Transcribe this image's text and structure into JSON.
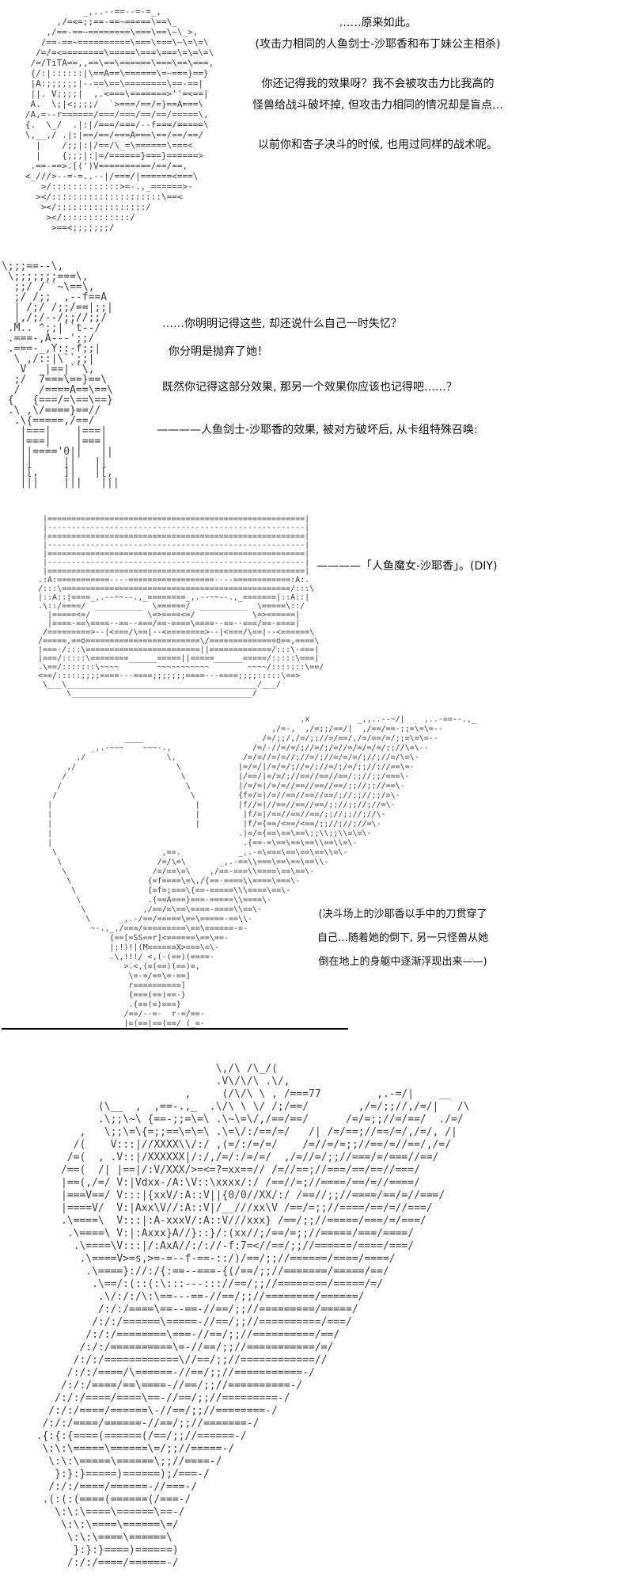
{
  "page": {
    "background": "#ffffff",
    "art_color": "#3c3c3c",
    "text_color": "#111111"
  },
  "panel1": {
    "art": [
      "              _,..--==--=-=_,",
      "         ,/=<=;;==-==~=====\\==\\_",
      "       ,/==-==~========\\===\\==\\~\\_>,",
      "      /==-==~==========\\===\\===\\~\\=\\=\\",
      "     /=/=<========\\=====\\===\\===\\=\\=\\=\\",
      "    /=/TiTA==,,==\\==\\======\\===\\==\\===,",
      "    {/:|::::::|\\==A==\\======\\=~===}==}",
      "    |A:;;;;;;|--==\\==\\========\\==-==|",
      "    ||. V;;;;|  ,.<===\\=======>''=<==|",
      "    A.  \\;|<;;;;/  `>===/==/=}==A===\\",
      "   /A,=--r======/===/===/==/==/=====\\,",
      "   {.  \\_/  .|:|/===/===/--f===/=====\\",
      "   \\,__,/ .|:|==/==/===A===\\==/==/==/",
      "     |    /;;|:|/==/\\_=\\======\\===<",
      "     |    {;;;|:|=/======}===}======>",
      "    .==-==>.[(')V==========/==/==,",
      "   <_///>--=-=..--|/===/|======<===\\",
      "      >/:::::::::::::>=-.,_======>-",
      "     ></:::::::::::::::::::::\\==<",
      "      ></:::::::::::::::::/",
      "       ></:::::::::::::/",
      "        >==<;;;;;;;/"
    ],
    "dialogue": {
      "line1": "……原来如此。",
      "line2": "(攻击力相同的人鱼剑士-沙耶香和布丁妹公主相杀)",
      "line3": "你还记得我的效果呀？我不会被攻击力比我高的",
      "line4": "怪兽给战斗破坏掉, 但攻击力相同的情况却是盲点…",
      "line5": "以前你和杏子决斗的时候, 也用过同样的战术呢。"
    }
  },
  "panel2": {
    "art": [
      "\\;;;==--\\,",
      " \\;;;;;;;===\\,",
      "  ;;/ /``~\\==\\,",
      "  ;/ /;;  ,--f==A",
      "  | /;/ /;;/==|;;|",
      "  |,/;/--/;;//;;/",
      " .M.. ^;;|``t--/",
      " .===-,A---';;/",
      " .===-_,Y::-f;;|",
      "  \\ ,/::|\\``;;|",
      "   V   |==|``\\,",
      "  ;/  7===\\==}==\\",
      "  /   /====A==\\==\\",
      " {   {===/=\\==\\==}",
      " .\\ ,\\/====}==//",
      "  .\\{=====,/==/",
      "   |===|    |===|",
      "   |===|    |===|",
      "   ||===='0||   ||",
      "   ||     ||   ||",
      "   |[,    ]|   |[,",
      "   |||    |||   |||"
    ],
    "dialogue": {
      "line1": "……你明明记得这些, 却还说什么自己一时失忆？",
      "line2": "你分明是抛弃了她！",
      "line3": "既然你记得这部分效果, 那另一个效果你应该也记得吧……？",
      "line4": "————人鱼剑士-沙耶香的效果, 被对方破坏后, 从卡组特殊召唤:"
    }
  },
  "panel3": {
    "art": [
      " |======================================================|",
      " |------------------------------------------------------|",
      " |======================================================|",
      " |------------------------------------------------------|",
      " |======================================================|",
      " |------------------------------------------------------|",
      " |======================================================|",
      ".:A:===========----==================----============:A:.",
      "/:::\\================================================/:::\\",
      "|::A::|====_,.--~~--.,_========_,.--~~--.,_=======|::A::|",
      ".\\::/====/  __________  \\======/  __________  \\=====\\::/",
      "  |=====<=/            \\=>====<=/            \\=>======|",
      "  |====-==\\====--==--===/==-====\\====--==--===/==-====|",
      " /=========>--|<===/\\==|--<========>--|<===/\\==|--<======\\",
      "/=====,==o========================\\/==============o==,====\\",
      "|===-/:::\\========================||=============/:::\\-===|",
      "|===/:::::\\========______=====||=====______=====/:::::\\===|",
      ".\\==/:::::::\\~~~~        ~~~~~~~~~~~        ~~~~/:::::::\\==/",
      "<==/:::::;;;;====---====;;;;;;;====---====;;;;:::::\\==>",
      " \\___\\________________________________________/___/",
      "      \\______________________________________/"
    ],
    "caption": "————「人鱼魔女-沙耶香」。(DIY)"
  },
  "panel4": {
    "art": [
      "                                                             ,x          _,,..--~/|    ,..-==--.,_",
      "                                                       ,/=-,  ,/=;;/==/|  ,/==/==-;;=\\=\\=--",
      "                        ____                         /=/;;/,/=/;;//=/==/,/=/==/=/;;=\\=\\=--",
      "                 _,.-~~~    ~~~-.,                 /=/-//=/=/;//=/;/=//=/=/=/=/;;//\\=\\--",
      "              ,/                 \\,              /=/=//=/=//;//=/;//=/=/=/;//;//=/\\=\\-",
      "            ,/                     \\            |=/=/|/=/=/;//=/;//=/;/=/;;//;//==\\=-",
      "           /                        \\           |/==/|=/=/;//==//==//==/;;//;;/===\\-",
      "          /                          \\          |/=/=|/=/=//==//==//==/;;//;;//==\\-",
      "         /                            \\         {f=/=|/=//==//==//==/;//;;//;;/=\\-",
      "        |                              |        |f//=|//==//==//==/;;//;;//;//=\\-",
      "        |                              |         |f/=|/==//==//==/;;//;;//;//\\-",
      "        |                              |         |f/={==/<==/<==/;;//;//;//=\\-",
      "        |                                       .|=/={==\\==\\==\\;;\\\\;;\\\\=\\=\\-",
      "        |                                        .{==-=\\==\\==\\==\\\\==\\\\=\\-",
      "         \\                      ,==.            _,.-=\\===\\==\\==\\==\\\\=\\-",
      "          \\                    /=/\\=\\       _,.-==\\\\===\\==\\==\\==\\\\-",
      "           \\                  /=/==\\=\\    ,/==-===\\\\====\\==\\==\\-",
      "            \\                {=f====\\=\\,/{==-====\\\\====\\===\\-",
      "             \\               {=f=;===\\{==-=====\\\\\\====\\==\\-",
      "              \\              .{==A===}===-=====\\\\====\\-",
      "               \\            ,/==/=\\==\\====-====\\\\==\\-",
      "                \\      _,.-/==/=====\\==\\=====-==\\\\-",
      "                 ~-.,_,/===/=========\\==\\======-=-",
      "                     {==[=SS==r]<======\\==\\==-",
      "                     |;!)!|(M======X>===\\=\\-",
      "                     .\\,!!!/ <,(-(==)(====-",
      "                        >.<,(=(==)(==)=,",
      "                         \\=-=/==\\=-==]",
      "                         r==========]",
      "                         {===(==)==-}",
      "                         .{==(=)===}",
      "                        /==/--=-  r-=/==-",
      "                        |=(==|==(==/ (_=-"
    ],
    "narration": {
      "line1": "(决斗场上的沙耶香以手中的刀贯穿了",
      "line2": "自己…随着她的倒下, 另一只怪兽从她",
      "line3": "倒在地上的身躯中逐渐浮现出来——)"
    }
  },
  "panel5": {
    "art": [
      "                               \\,/\\ /\\_/(",
      "                               .V\\/\\/\\ .\\/,",
      "                          ,     (/\\/\\ \\ , /===77         ,.-=/|    __",
      "            (\\__  ,  ,==-.,_  .\\/\\ \\ \\/ /;/==/        ,/=/;;//,/=/|   /\\",
      "            .\\;;\\~\\ {==-;;=\\=\\ .\\~\\=\\/,/==/==/      /=/=;;//=/==/  ./=/",
      "         ,   \\;;\\=\\{=;;==\\=\\=\\ .\\=\\/:/==/=/   /| /=/==;//==/=/,/=/, /|",
      "        /(    V:::|//XXXX\\\\/:/ ,(=/:/=/=/    /=//=/=;;//==/=//==/,/=/",
      "       /=(  , .V::|/XXXXXX|/:/,/=/:/=/=/  ,/=//=/;;//===/=/===//==/",
      "      /==(  /| |==|/:V/XXX/>=<=?=xx==// /=//==;//===/==/==//===/",
      "      |==(,/=/ V:|Vdxx-/A:\\V::\\xxxx/:/ /==//=;//====/==/=//====/",
      "      |===V==/ V:::|{xxV/:A::V||{0/0//XX/:/ /==//;;//====/==/=//===/",
      "      |====V/  V:|Axx\\V//:A::V|/__///xx\\V /==/=;;//====/==/=//===/",
      "      .\\====\\  V:::|:A-xxxV/:A::V///xxx} /==/;;//=====/===/=/===/",
      "       .\\====\\ V:|:Axxx}A//}::}/:(xx//;/==/=;;//=====/===/====/",
      "        .\\====\\V:::|/:AxA//:/://-f:7=<//==/;;//======/====/===/",
      "         .\\====V>=s,>=-=--f-==-::/)/==/;;//======/====/====/",
      "          .\\====}://:/{:==--===-{(/==/;;//=======/=====/==/",
      "           .\\==/:(::(:\\:::---::://==/;;//========/=====/=/",
      "            .\\/:/:/\\:\\==---==-//==/;;//========/======/",
      "            /:/:/====\\==--==-//==/;;//=========/=====/",
      "           /:/:/======\\=====-//==/;;//==========/===/",
      "          /:/:/========\\===-//==/;;//==========/==/",
      "         /:/:/==========\\=-//==/;;//===========/=/",
      "        /:/:/============\\//==/;;//============//",
      "       /:/:/====/\\======-//==/;;//===========-/",
      "      /:/:/====/==\\====-//==/;;//==========-/",
      "     /:/:/====/====\\==-//==/;;//=========-/",
      "    /:/:/====/======\\-//==/;;//========-/",
      "   /:/:/====/======-//==/;;//=======-/",
      "  .{:{:{====(======(/==/;;//======-/",
      "   \\:\\:\\=====\\======\\=/;;//=====-/",
      "    \\:\\:\\=====\\======\\;;//====-/",
      "     }:}:}=====)======);/===-/",
      "    /:/:/====/======-//===-/",
      "   .(:(:(====(======(/===-/",
      "     \\:\\:\\====\\======\\==-/",
      "      \\:\\:\\====\\======\\=/",
      "       \\:\\:\\====\\======\\",
      "        }:}:}====)======)",
      "       /:/:/====/======-/"
    ]
  }
}
